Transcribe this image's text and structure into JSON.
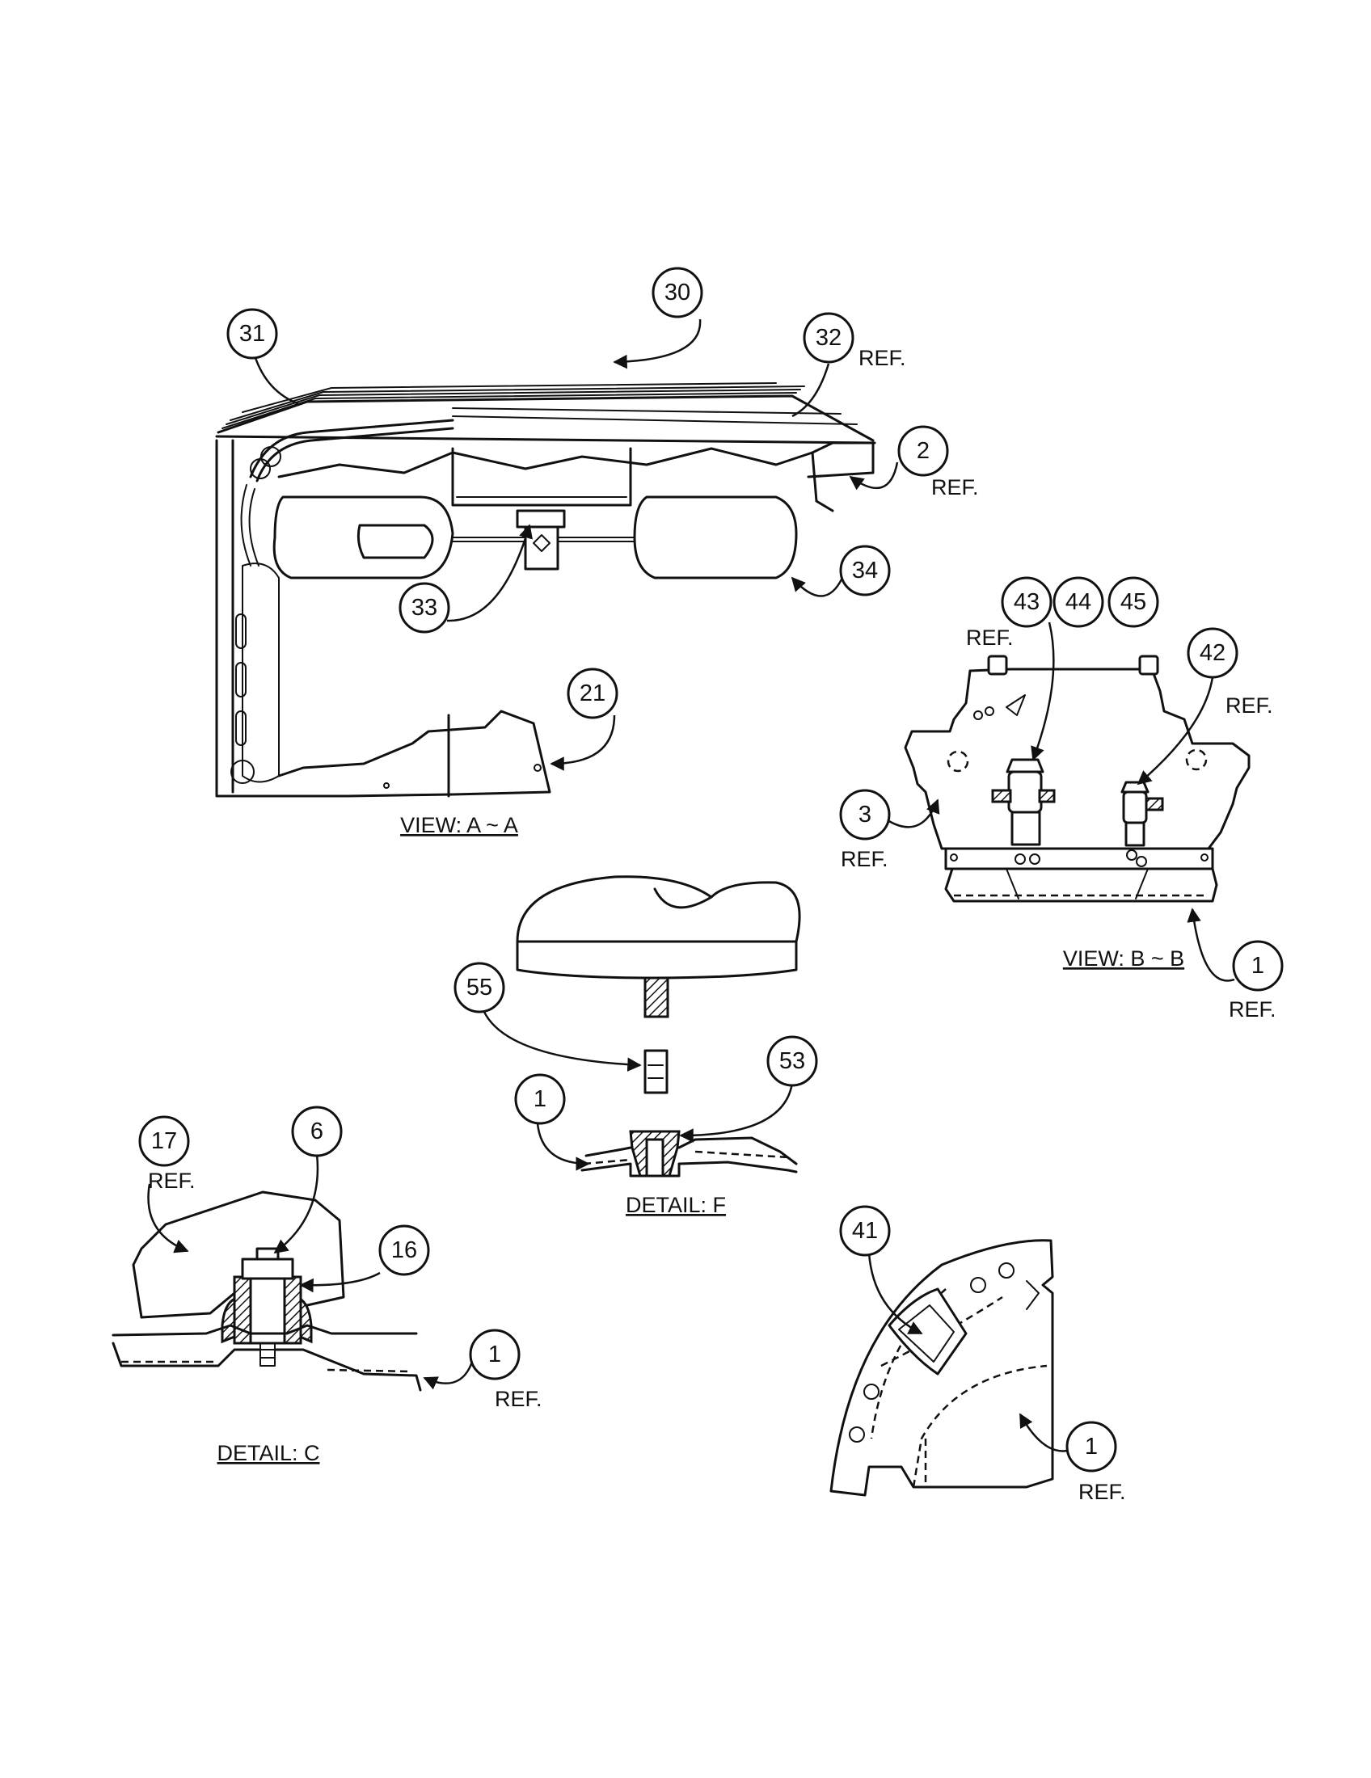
{
  "callouts": {
    "c30": "30",
    "c31": "31",
    "c32": "32",
    "c2": "2",
    "c33": "33",
    "c34": "34",
    "c21": "21",
    "c43": "43",
    "c44": "44",
    "c45": "45",
    "c42": "42",
    "c3": "3",
    "c1_b": "1",
    "c55": "55",
    "c53": "53",
    "c1_f": "1",
    "c17": "17",
    "c6": "6",
    "c16": "16",
    "c1_c": "1",
    "c41": "41",
    "c1_g": "1"
  },
  "ref_label": "REF.",
  "captions": {
    "view_aa": "VIEW: A ~ A",
    "view_bb": "VIEW: B ~ B",
    "detail_f": "DETAIL: F",
    "detail_c": "DETAIL: C"
  }
}
